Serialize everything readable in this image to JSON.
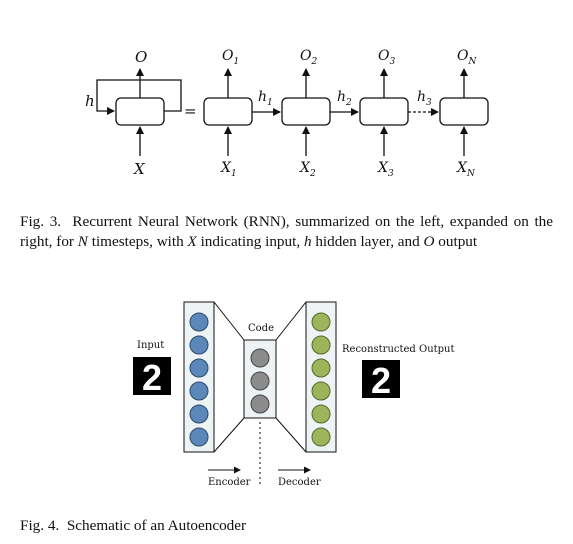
{
  "figure3": {
    "folded": {
      "output": "O",
      "input": "X",
      "hidden": "h"
    },
    "equals": "=",
    "steps": [
      {
        "output": "O",
        "out_sub": "1",
        "input": "X",
        "in_sub": "1"
      },
      {
        "output": "O",
        "out_sub": "2",
        "input": "X",
        "in_sub": "2"
      },
      {
        "output": "O",
        "out_sub": "3",
        "input": "X",
        "in_sub": "3"
      },
      {
        "output": "O",
        "out_sub": "N",
        "input": "X",
        "in_sub": "N"
      }
    ],
    "hidden_links": [
      {
        "label": "h",
        "sub": "1"
      },
      {
        "label": "h",
        "sub": "2"
      },
      {
        "label": "h",
        "sub": "3"
      }
    ],
    "caption": {
      "prefix": "Fig. 3.",
      "p1": "Recurrent Neural Network (RNN), summarized on the left, expanded on the right, for ",
      "v1": "N",
      "p2": " timesteps, with ",
      "v2": "X",
      "p3": " indicating input, ",
      "v3": "h",
      "p4": " hidden layer, and ",
      "v4": "O",
      "p5": " output"
    }
  },
  "figure4": {
    "input_label": "Input",
    "code_label": "Code",
    "output_label": "Reconstructed Output",
    "encoder_label": "Encoder",
    "decoder_label": "Decoder",
    "input_digit": "2",
    "output_digit": "2",
    "colors": {
      "input_nodes": "#5b88b8",
      "code_nodes": "#8c8c8c",
      "output_nodes": "#9cb55a",
      "layer_fill": "#eef3f6"
    },
    "caption": {
      "prefix": "Fig. 4.",
      "text": "Schematic of an Autoencoder"
    }
  }
}
